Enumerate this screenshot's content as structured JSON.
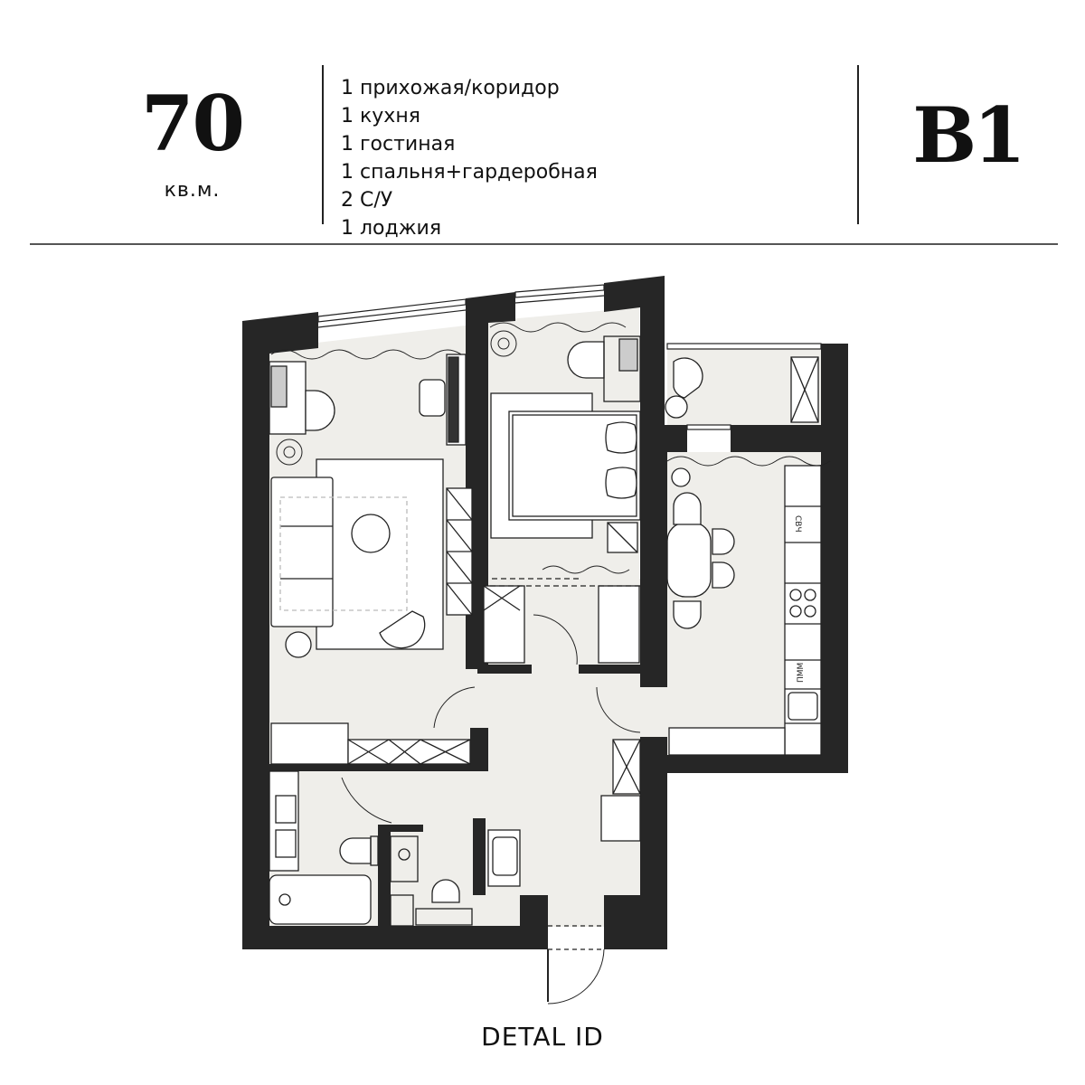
{
  "header": {
    "area_value": "70",
    "area_unit": "кв.м.",
    "rooms": [
      "1 прихожая/коридор",
      "1 кухня",
      "1 гостиная",
      "1 спальня+гардеробная",
      "2 С/У",
      "1 лоджия"
    ],
    "apartment_code": "B1"
  },
  "plan": {
    "labels": {
      "microwave": "СВЧ",
      "dishwasher": "ПММ"
    },
    "colors": {
      "wall": "#262626",
      "floor": "#efeeea",
      "line": "#222222",
      "background": "#ffffff"
    }
  },
  "footer": {
    "brand": "DETAL ID"
  }
}
